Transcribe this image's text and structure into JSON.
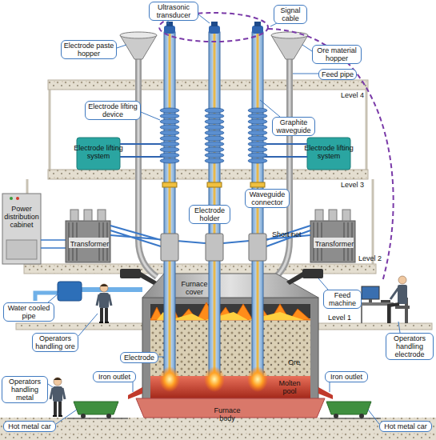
{
  "diagram": {
    "nodes": [
      {
        "text": [
          "Ultrasonic transducer"
        ]
      },
      {
        "text": [
          "Signal cable"
        ]
      },
      {
        "text": [
          "Electrode paste hopper"
        ]
      },
      {
        "text": [
          "Ore material hopper"
        ]
      },
      {
        "text": [
          "Feed pipe"
        ]
      },
      {
        "text": [
          "Electrode lifting device"
        ]
      },
      {
        "text": [
          "Graphite waveguide"
        ]
      },
      {
        "text": [
          "Waveguide connector"
        ]
      },
      {
        "text": [
          "Electrode holder"
        ]
      },
      {
        "text": [
          "Feed machine"
        ]
      },
      {
        "text": [
          "Water cooled pipe"
        ]
      },
      {
        "text": [
          "Operators handling ore"
        ]
      },
      {
        "text": [
          "Operators handling electrode"
        ]
      },
      {
        "text": [
          "Electrode"
        ]
      },
      {
        "text": [
          "Iron outlet"
        ]
      },
      {
        "text": [
          "Iron outlet"
        ]
      },
      {
        "text": [
          "Operators handling metal"
        ]
      },
      {
        "text": [
          "Hot metal car"
        ]
      },
      {
        "text": [
          "Hot metal car"
        ]
      }
    ],
    "labels": [
      "Level 4",
      "Electrode lifting system",
      "Electrode lifting system",
      "Level 3",
      "Power distribution cabinet",
      "Transformer",
      "Short net",
      "Transformer",
      "Level 2",
      "Furnace cover",
      "Level 1",
      "Ore",
      "Molten pool",
      "Furnace body"
    ]
  }
}
